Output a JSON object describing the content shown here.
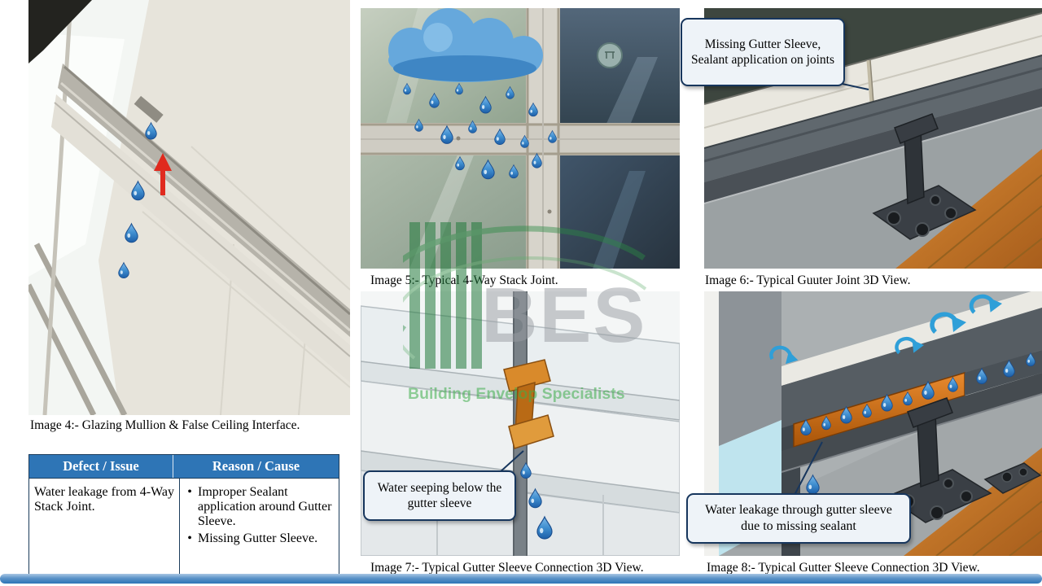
{
  "page": {
    "accent_blue": "#2e75b6",
    "callout_border_navy": "#17365d",
    "watermark_green": "#3fae4b",
    "drop_blue": "#2f6fb5",
    "arrow_red": "#e02a1e",
    "gutter_orange": "#d4711c"
  },
  "figures": {
    "image4": {
      "caption": "Image 4:- Glazing Mullion & False Ceiling Interface."
    },
    "image5": {
      "caption": "Image 5:- Typical 4-Way Stack Joint."
    },
    "image6": {
      "caption": "Image 6:- Typical Guuter Joint 3D View.",
      "callout": "Missing Gutter Sleeve, Sealant application on joints"
    },
    "image7": {
      "caption": "Image 7:- Typical Gutter Sleeve Connection 3D View.",
      "callout": "Water seeping below the gutter sleeve"
    },
    "image8": {
      "caption": "Image 8:- Typical Gutter Sleeve Connection 3D View.",
      "callout": "Water leakage through gutter sleeve due to missing sealant"
    }
  },
  "defect_table": {
    "headers": [
      "Defect / Issue",
      "Reason / Cause"
    ],
    "defect": "Water leakage from 4-Way Stack Joint.",
    "reasons": [
      "Improper Sealant application around Gutter Sleeve.",
      "Missing Gutter Sleeve."
    ]
  },
  "watermark": {
    "acronym": "BES",
    "subtitle": "Building Envelop Specialists"
  }
}
